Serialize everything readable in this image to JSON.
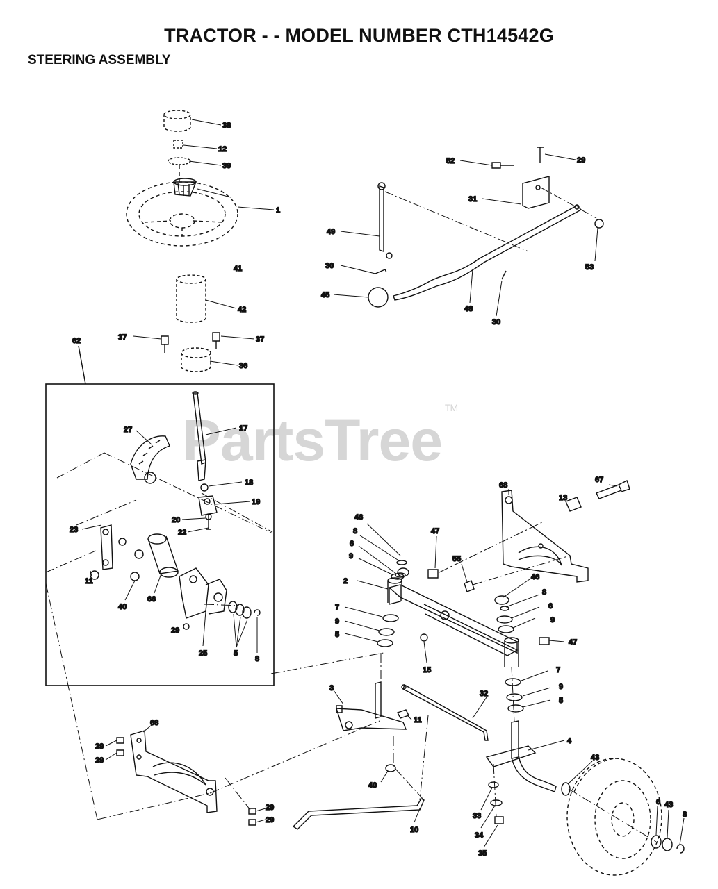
{
  "header": {
    "title": "TRACTOR - - MODEL NUMBER CTH14542G",
    "subtitle": "STEERING ASSEMBLY"
  },
  "watermark": {
    "text": "PartsTree",
    "mark": "TM"
  },
  "callouts": [
    {
      "id": "c38",
      "label": "38"
    },
    {
      "id": "c12",
      "label": "12"
    },
    {
      "id": "c39",
      "label": "39"
    },
    {
      "id": "c1",
      "label": "1"
    },
    {
      "id": "c41",
      "label": "41"
    },
    {
      "id": "c42",
      "label": "42"
    },
    {
      "id": "c37a",
      "label": "37"
    },
    {
      "id": "c37b",
      "label": "37"
    },
    {
      "id": "c36",
      "label": "36"
    },
    {
      "id": "c62",
      "label": "62"
    },
    {
      "id": "c17",
      "label": "17"
    },
    {
      "id": "c27",
      "label": "27"
    },
    {
      "id": "c18",
      "label": "18"
    },
    {
      "id": "c19",
      "label": "19"
    },
    {
      "id": "c20",
      "label": "20"
    },
    {
      "id": "c22",
      "label": "22"
    },
    {
      "id": "c23",
      "label": "23"
    },
    {
      "id": "c11a",
      "label": "11"
    },
    {
      "id": "c40a",
      "label": "40"
    },
    {
      "id": "c66",
      "label": "66"
    },
    {
      "id": "c29a",
      "label": "29"
    },
    {
      "id": "c25",
      "label": "25"
    },
    {
      "id": "c5a",
      "label": "5"
    },
    {
      "id": "c8a",
      "label": "8"
    },
    {
      "id": "c52",
      "label": "52"
    },
    {
      "id": "c29b",
      "label": "29"
    },
    {
      "id": "c31",
      "label": "31"
    },
    {
      "id": "c49",
      "label": "49"
    },
    {
      "id": "c53",
      "label": "53"
    },
    {
      "id": "c30a",
      "label": "30"
    },
    {
      "id": "c45",
      "label": "45"
    },
    {
      "id": "c48",
      "label": "48"
    },
    {
      "id": "c30b",
      "label": "30"
    },
    {
      "id": "c68a",
      "label": "68"
    },
    {
      "id": "c67",
      "label": "67"
    },
    {
      "id": "c13",
      "label": "13"
    },
    {
      "id": "c46a",
      "label": "46"
    },
    {
      "id": "c47a",
      "label": "47"
    },
    {
      "id": "c8b",
      "label": "8"
    },
    {
      "id": "c6a",
      "label": "6"
    },
    {
      "id": "c9a",
      "label": "9"
    },
    {
      "id": "c55",
      "label": "55"
    },
    {
      "id": "c2",
      "label": "2"
    },
    {
      "id": "c46b",
      "label": "46"
    },
    {
      "id": "c8c",
      "label": "8"
    },
    {
      "id": "c6b",
      "label": "6"
    },
    {
      "id": "c9b",
      "label": "9"
    },
    {
      "id": "c7a",
      "label": "7"
    },
    {
      "id": "c9c",
      "label": "9"
    },
    {
      "id": "c5b",
      "label": "5"
    },
    {
      "id": "c47b",
      "label": "47"
    },
    {
      "id": "c15",
      "label": "15"
    },
    {
      "id": "c7b",
      "label": "7"
    },
    {
      "id": "c9d",
      "label": "9"
    },
    {
      "id": "c5c",
      "label": "5"
    },
    {
      "id": "c3",
      "label": "3"
    },
    {
      "id": "c32",
      "label": "32"
    },
    {
      "id": "c11b",
      "label": "11"
    },
    {
      "id": "c68b",
      "label": "68"
    },
    {
      "id": "c29c",
      "label": "29"
    },
    {
      "id": "c29d",
      "label": "29"
    },
    {
      "id": "c4",
      "label": "4"
    },
    {
      "id": "c43a",
      "label": "43"
    },
    {
      "id": "c40b",
      "label": "40"
    },
    {
      "id": "c29e",
      "label": "29"
    },
    {
      "id": "c29f",
      "label": "29"
    },
    {
      "id": "c33",
      "label": "33"
    },
    {
      "id": "c10",
      "label": "10"
    },
    {
      "id": "c34",
      "label": "34"
    },
    {
      "id": "c35",
      "label": "35"
    },
    {
      "id": "c6c",
      "label": "6"
    },
    {
      "id": "c43b",
      "label": "43"
    },
    {
      "id": "c8d",
      "label": "8"
    }
  ]
}
